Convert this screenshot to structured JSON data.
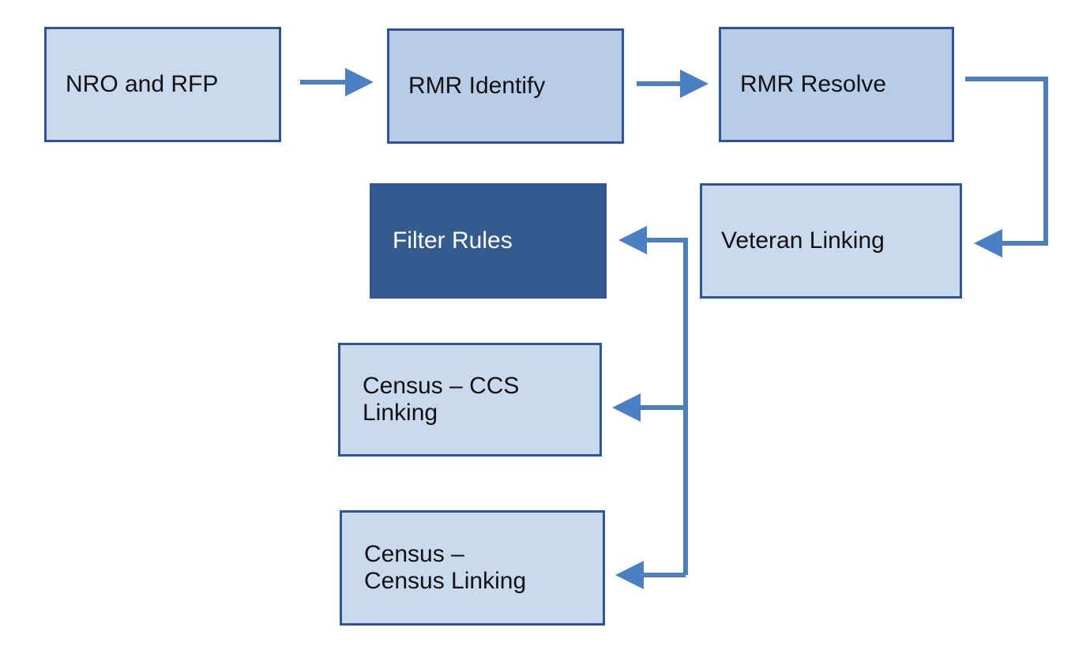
{
  "colors": {
    "arrow": "#4a7fc1",
    "box_border": "#2f5597",
    "box_light": "#c9d9ee",
    "box_mid": "#b7cce6",
    "box_dark": "#345b8e"
  },
  "nodes": {
    "nro_rfp": "NRO and RFP",
    "rmr_identify": "RMR Identify",
    "rmr_resolve": "RMR Resolve",
    "veteran_linking": "Veteran Linking",
    "filter_rules": "Filter Rules",
    "census_ccs_linking": "Census – CCS\nLinking",
    "census_census_linking": "Census –\nCensus Linking"
  },
  "edges": [
    {
      "from": "NRO and RFP",
      "to": "RMR Identify"
    },
    {
      "from": "RMR Identify",
      "to": "RMR Resolve"
    },
    {
      "from": "RMR Resolve",
      "to": "Veteran Linking"
    },
    {
      "from": "Veteran Linking",
      "to": "Filter Rules"
    },
    {
      "from": "Veteran Linking",
      "to": "Census – CCS Linking"
    },
    {
      "from": "Veteran Linking",
      "to": "Census – Census Linking"
    }
  ]
}
